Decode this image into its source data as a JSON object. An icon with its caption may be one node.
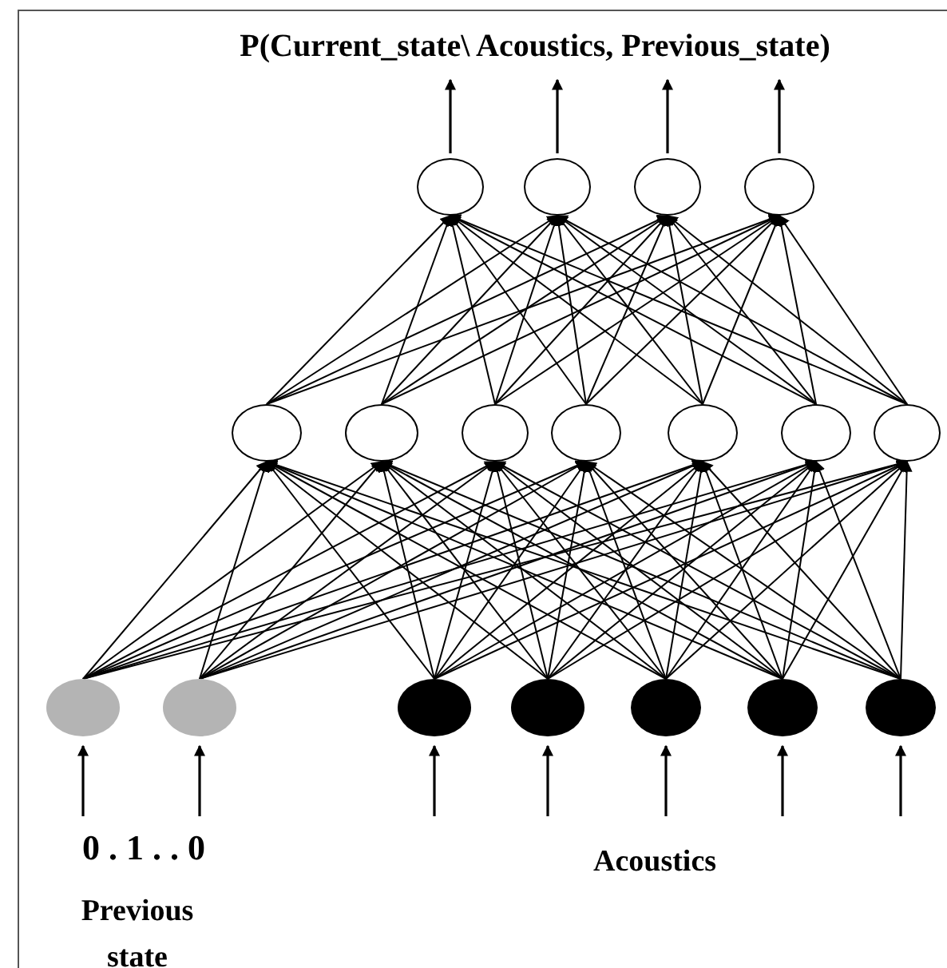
{
  "diagram": {
    "title": "P(Current_state\\ Acoustics, Previous_state)",
    "nodes": [
      {
        "text": [],
        "shape": "circle"
      },
      {
        "text": [],
        "shape": "circle"
      },
      {
        "text": [],
        "shape": "circle"
      },
      {
        "text": [],
        "shape": "circle"
      },
      {
        "text": [],
        "shape": "circle"
      },
      {
        "text": [],
        "shape": "circle"
      },
      {
        "text": [],
        "shape": "circle"
      },
      {
        "text": [],
        "shape": "circle"
      },
      {
        "text": [],
        "shape": "circle"
      },
      {
        "text": [],
        "shape": "circle"
      },
      {
        "text": [],
        "shape": "circle"
      },
      {
        "text": [],
        "shape": "circle"
      },
      {
        "text": [],
        "shape": "circle"
      },
      {
        "text": [],
        "shape": "circle"
      },
      {
        "text": [],
        "shape": "circle"
      },
      {
        "text": [],
        "shape": "circle"
      },
      {
        "text": [],
        "shape": "circle"
      },
      {
        "text": [],
        "shape": "circle"
      }
    ],
    "edges": [
      {
        "from": 0,
        "to": null,
        "arrow": "to"
      },
      {
        "from": 1,
        "to": null,
        "arrow": "to"
      },
      {
        "from": 2,
        "to": null,
        "arrow": "to"
      },
      {
        "from": 3,
        "to": null,
        "arrow": "to"
      },
      {
        "from": 4,
        "to": 0,
        "arrow": "to"
      },
      {
        "from": 4,
        "to": 1,
        "arrow": "to"
      },
      {
        "from": 4,
        "to": 2,
        "arrow": "to"
      },
      {
        "from": 4,
        "to": 3,
        "arrow": "to"
      },
      {
        "from": 5,
        "to": 0,
        "arrow": "to"
      },
      {
        "from": 5,
        "to": 1,
        "arrow": "to"
      },
      {
        "from": 5,
        "to": 2,
        "arrow": "to"
      },
      {
        "from": 5,
        "to": 3,
        "arrow": "to"
      },
      {
        "from": 6,
        "to": 0,
        "arrow": "to"
      },
      {
        "from": 6,
        "to": 1,
        "arrow": "to"
      },
      {
        "from": 6,
        "to": 2,
        "arrow": "to"
      },
      {
        "from": 6,
        "to": 3,
        "arrow": "to"
      },
      {
        "from": 7,
        "to": 0,
        "arrow": "to"
      },
      {
        "from": 7,
        "to": 1,
        "arrow": "to"
      },
      {
        "from": 7,
        "to": 2,
        "arrow": "to"
      },
      {
        "from": 7,
        "to": 3,
        "arrow": "to"
      },
      {
        "from": 8,
        "to": 0,
        "arrow": "to"
      },
      {
        "from": 8,
        "to": 1,
        "arrow": "to"
      },
      {
        "from": 8,
        "to": 2,
        "arrow": "to"
      },
      {
        "from": 8,
        "to": 3,
        "arrow": "to"
      },
      {
        "from": 9,
        "to": 0,
        "arrow": "to"
      },
      {
        "from": 9,
        "to": 1,
        "arrow": "to"
      },
      {
        "from": 9,
        "to": 2,
        "arrow": "to"
      },
      {
        "from": 9,
        "to": 3,
        "arrow": "to"
      },
      {
        "from": 10,
        "to": 0,
        "arrow": "to"
      },
      {
        "from": 10,
        "to": 1,
        "arrow": "to"
      },
      {
        "from": 10,
        "to": 2,
        "arrow": "to"
      },
      {
        "from": 10,
        "to": 3,
        "arrow": "to"
      },
      {
        "from": 11,
        "to": 4,
        "arrow": "to"
      },
      {
        "from": 11,
        "to": 5,
        "arrow": "to"
      },
      {
        "from": 11,
        "to": 6,
        "arrow": "to"
      },
      {
        "from": 11,
        "to": 7,
        "arrow": "to"
      },
      {
        "from": 11,
        "to": 8,
        "arrow": "to"
      },
      {
        "from": 11,
        "to": 9,
        "arrow": "to"
      },
      {
        "from": 11,
        "to": 10,
        "arrow": "to"
      },
      {
        "from": 12,
        "to": 4,
        "arrow": "to"
      },
      {
        "from": 12,
        "to": 5,
        "arrow": "to"
      },
      {
        "from": 12,
        "to": 6,
        "arrow": "to"
      },
      {
        "from": 12,
        "to": 7,
        "arrow": "to"
      },
      {
        "from": 12,
        "to": 8,
        "arrow": "to"
      },
      {
        "from": 12,
        "to": 9,
        "arrow": "to"
      },
      {
        "from": 12,
        "to": 10,
        "arrow": "to"
      },
      {
        "from": 13,
        "to": 4,
        "arrow": "to"
      },
      {
        "from": 13,
        "to": 5,
        "arrow": "to"
      },
      {
        "from": 13,
        "to": 6,
        "arrow": "to"
      },
      {
        "from": 13,
        "to": 7,
        "arrow": "to"
      },
      {
        "from": 13,
        "to": 8,
        "arrow": "to"
      },
      {
        "from": 13,
        "to": 9,
        "arrow": "to"
      },
      {
        "from": 13,
        "to": 10,
        "arrow": "to"
      },
      {
        "from": 14,
        "to": 4,
        "arrow": "to"
      },
      {
        "from": 14,
        "to": 5,
        "arrow": "to"
      },
      {
        "from": 14,
        "to": 6,
        "arrow": "to"
      },
      {
        "from": 14,
        "to": 7,
        "arrow": "to"
      },
      {
        "from": 14,
        "to": 8,
        "arrow": "to"
      },
      {
        "from": 14,
        "to": 9,
        "arrow": "to"
      },
      {
        "from": 14,
        "to": 10,
        "arrow": "to"
      },
      {
        "from": 15,
        "to": 4,
        "arrow": "to"
      },
      {
        "from": 15,
        "to": 5,
        "arrow": "to"
      },
      {
        "from": 15,
        "to": 6,
        "arrow": "to"
      },
      {
        "from": 15,
        "to": 7,
        "arrow": "to"
      },
      {
        "from": 15,
        "to": 8,
        "arrow": "to"
      },
      {
        "from": 15,
        "to": 9,
        "arrow": "to"
      },
      {
        "from": 15,
        "to": 10,
        "arrow": "to"
      },
      {
        "from": 16,
        "to": 4,
        "arrow": "to"
      },
      {
        "from": 16,
        "to": 5,
        "arrow": "to"
      },
      {
        "from": 16,
        "to": 6,
        "arrow": "to"
      },
      {
        "from": 16,
        "to": 7,
        "arrow": "to"
      },
      {
        "from": 16,
        "to": 8,
        "arrow": "to"
      },
      {
        "from": 16,
        "to": 9,
        "arrow": "to"
      },
      {
        "from": 16,
        "to": 10,
        "arrow": "to"
      },
      {
        "from": 17,
        "to": 4,
        "arrow": "to"
      },
      {
        "from": 17,
        "to": 5,
        "arrow": "to"
      },
      {
        "from": 17,
        "to": 6,
        "arrow": "to"
      },
      {
        "from": 17,
        "to": 7,
        "arrow": "to"
      },
      {
        "from": 17,
        "to": 8,
        "arrow": "to"
      },
      {
        "from": 17,
        "to": 9,
        "arrow": "to"
      },
      {
        "from": 17,
        "to": 10,
        "arrow": "to"
      },
      {
        "from": null,
        "to": 11,
        "arrow": "to"
      },
      {
        "from": null,
        "to": 12,
        "arrow": "to"
      },
      {
        "from": null,
        "to": 13,
        "arrow": "to"
      },
      {
        "from": null,
        "to": 14,
        "arrow": "to"
      },
      {
        "from": null,
        "to": 15,
        "arrow": "to"
      },
      {
        "from": null,
        "to": 16,
        "arrow": "to"
      },
      {
        "from": null,
        "to": 17,
        "arrow": "to"
      }
    ],
    "labels": [
      "0 . 1 . . 0",
      "Previous state",
      "Acoustics"
    ]
  }
}
